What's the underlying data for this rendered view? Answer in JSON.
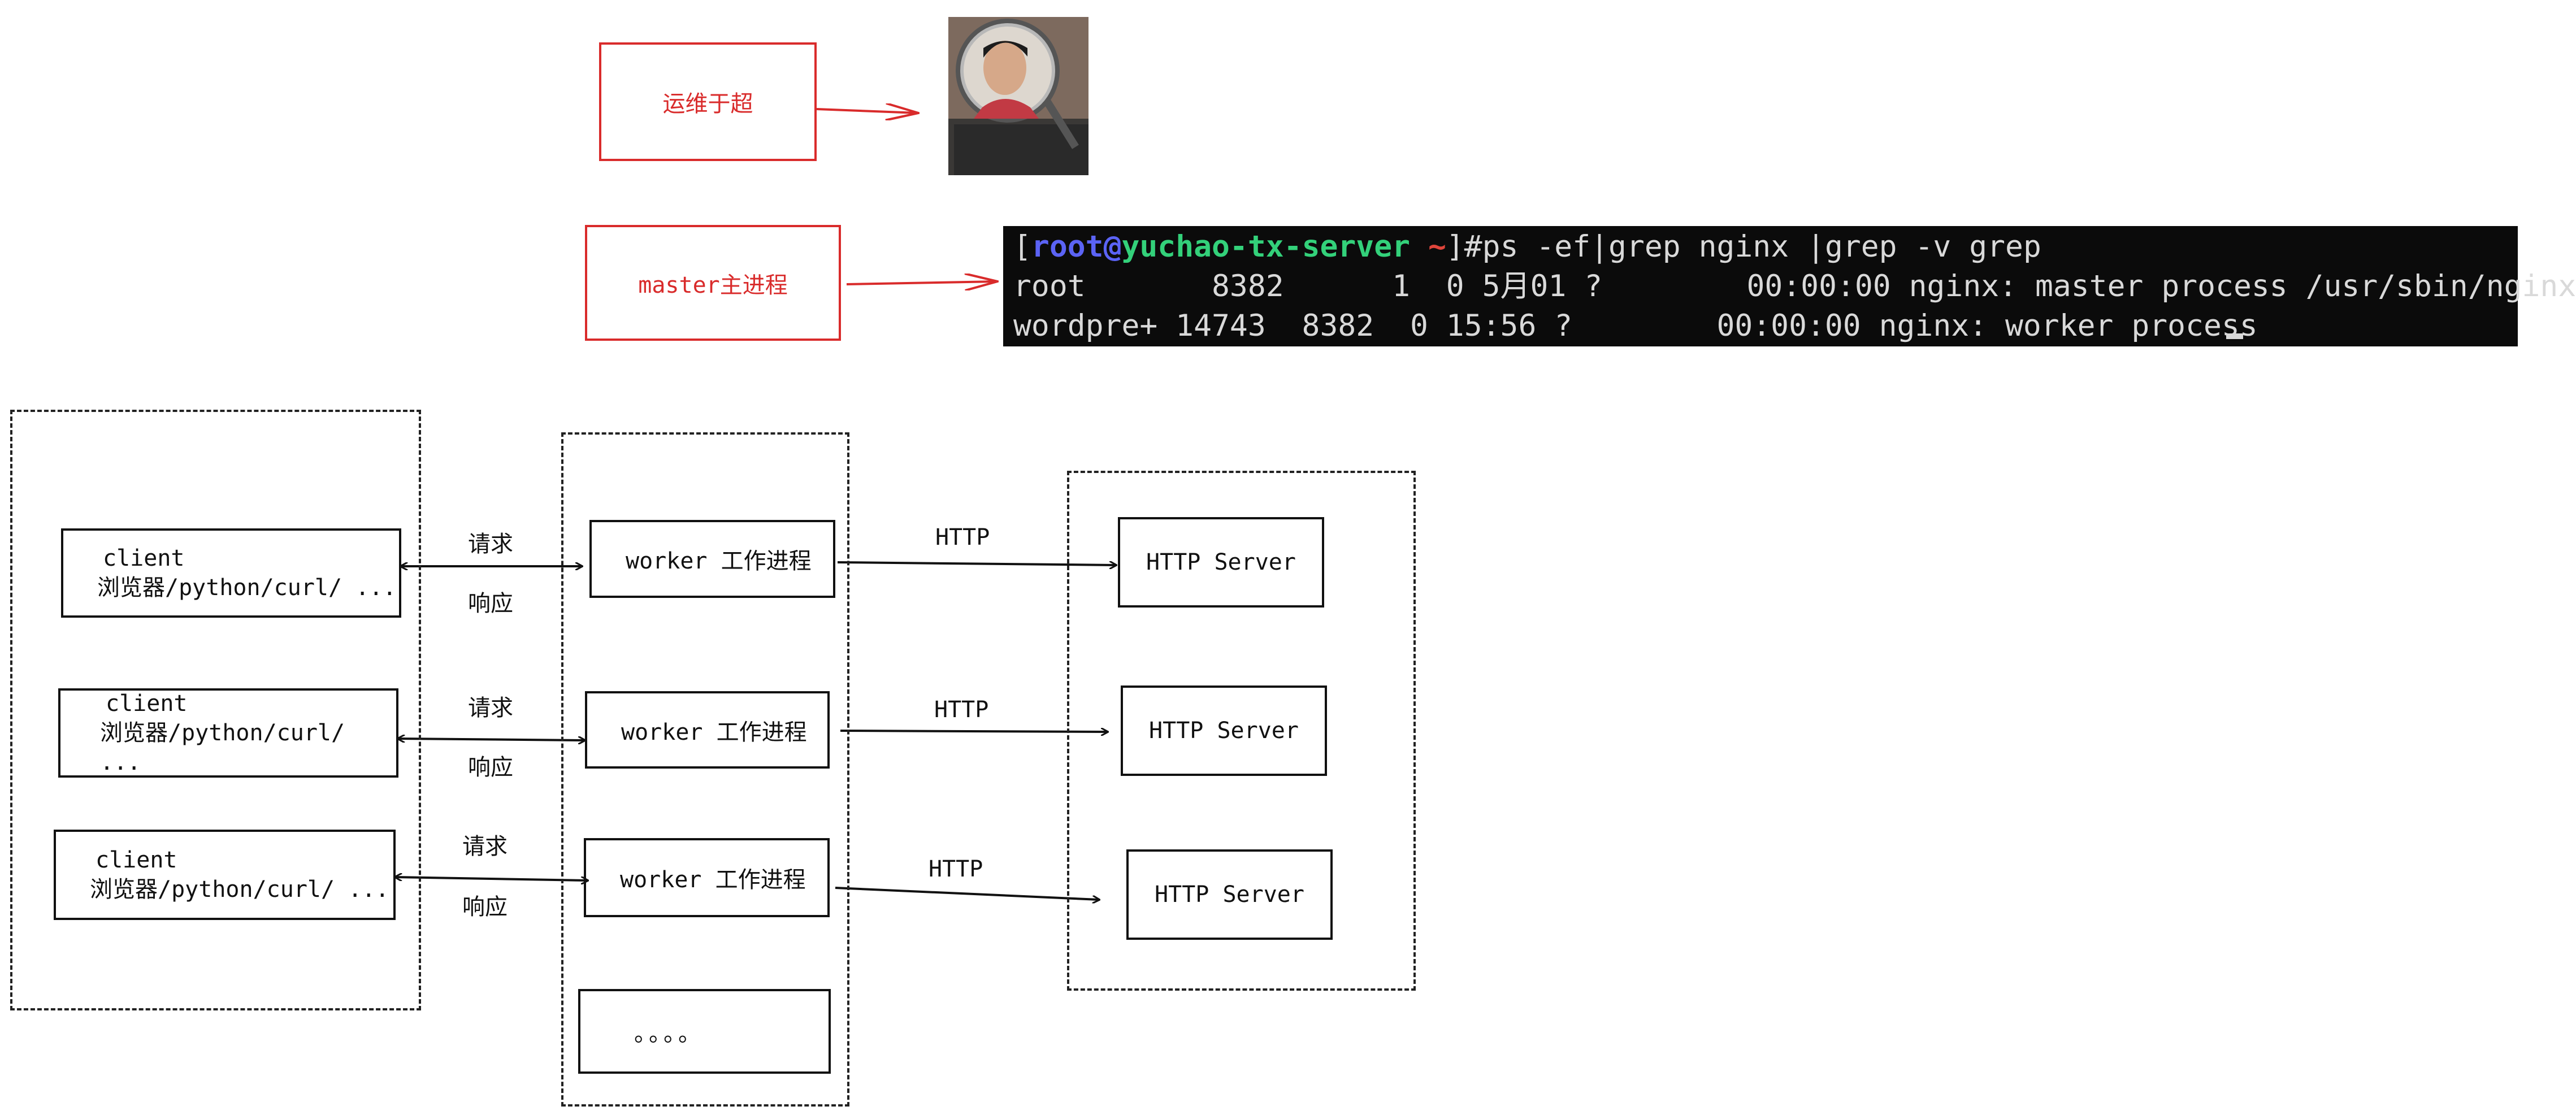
{
  "top": {
    "ops_label": "运维于超",
    "master_label": "master主进程"
  },
  "terminal": {
    "bracket_open": "[",
    "user": "root",
    "at": "@",
    "host": "yuchao-tx-server",
    "tilde": " ~",
    "command": "]#ps -ef|grep nginx |grep -v grep",
    "line1": "root       8382      1  0 5月01 ?        00:00:00 nginx: master process /usr/sbin/nginx",
    "line2": "wordpre+ 14743  8382  0 15:56 ?        00:00:00 nginx: worker process"
  },
  "clients": [
    {
      "title": "client",
      "subtitle": "浏览器/python/curl/ ..."
    },
    {
      "title": "client",
      "subtitle": "浏览器/python/curl/ ..."
    },
    {
      "title": "client",
      "subtitle": "浏览器/python/curl/ ..."
    }
  ],
  "arrows": {
    "request": "请求",
    "response": "响应",
    "http": "HTTP"
  },
  "workers": [
    {
      "label": "worker 工作进程"
    },
    {
      "label": "worker 工作进程"
    },
    {
      "label": "worker 工作进程"
    }
  ],
  "more_workers": "。。。。",
  "servers": [
    {
      "label": "HTTP Server"
    },
    {
      "label": "HTTP Server"
    },
    {
      "label": "HTTP Server"
    }
  ],
  "colors": {
    "annotation_red": "#d92b2b",
    "terminal_bg": "#0b0b0b",
    "prompt_user": "#5b63f5",
    "prompt_host": "#33d17a",
    "prompt_tilde": "#e0453b"
  }
}
